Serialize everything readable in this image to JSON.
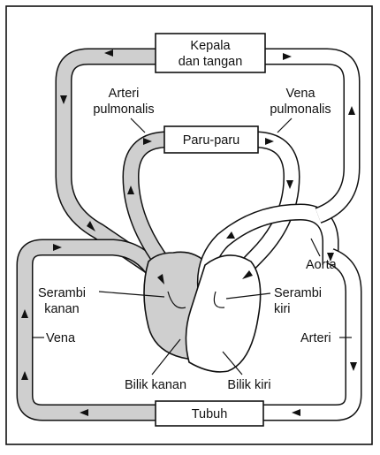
{
  "boxes": {
    "head_arms_line1": "Kepala",
    "head_arms_line2": "dan tangan",
    "lungs": "Paru-paru",
    "body": "Tubuh"
  },
  "labels": {
    "pulmonary_artery_line1": "Arteri",
    "pulmonary_artery_line2": "pulmonalis",
    "pulmonary_vein_line1": "Vena",
    "pulmonary_vein_line2": "pulmonalis",
    "aorta": "Aorta",
    "right_atrium_line1": "Serambi",
    "right_atrium_line2": "kanan",
    "left_atrium_line1": "Serambi",
    "left_atrium_line2": "kiri",
    "vein": "Vena",
    "artery": "Arteri",
    "right_ventricle": "Bilik kanan",
    "left_ventricle": "Bilik kiri"
  },
  "colors": {
    "deoxygenated_vessel": "#cfcfcf",
    "oxygenated_vessel": "#ffffff",
    "outline": "#111111"
  }
}
